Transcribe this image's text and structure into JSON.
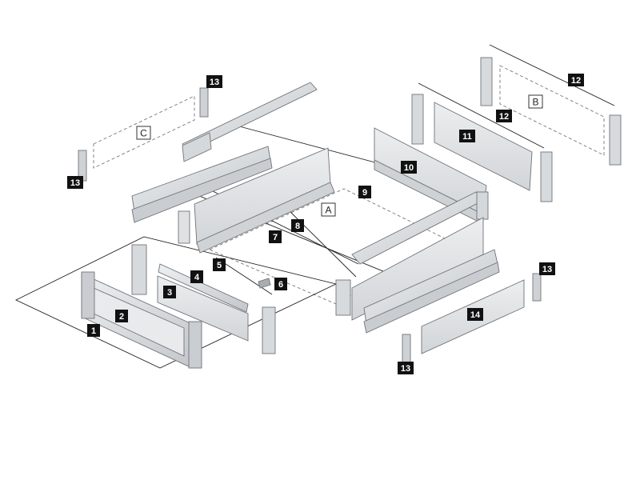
{
  "colors": {
    "part_light": "#e3e5e7",
    "part_mid": "#c7cbcf",
    "part_dark": "#9ea4a9",
    "label_bg": "#111111",
    "label_fg": "#ffffff"
  },
  "labels": {
    "l1": "1",
    "l2": "2",
    "l3": "3",
    "l4": "4",
    "l5": "5",
    "l6": "6",
    "l7": "7",
    "l8": "8",
    "l9": "9",
    "l10": "10",
    "l11": "11",
    "l12a": "12",
    "l12b": "12",
    "l13a": "13",
    "l13b": "13",
    "l13c": "13",
    "l13d": "13",
    "l14": "14"
  },
  "boxes": {
    "a": "A",
    "b": "B",
    "c": "C"
  }
}
